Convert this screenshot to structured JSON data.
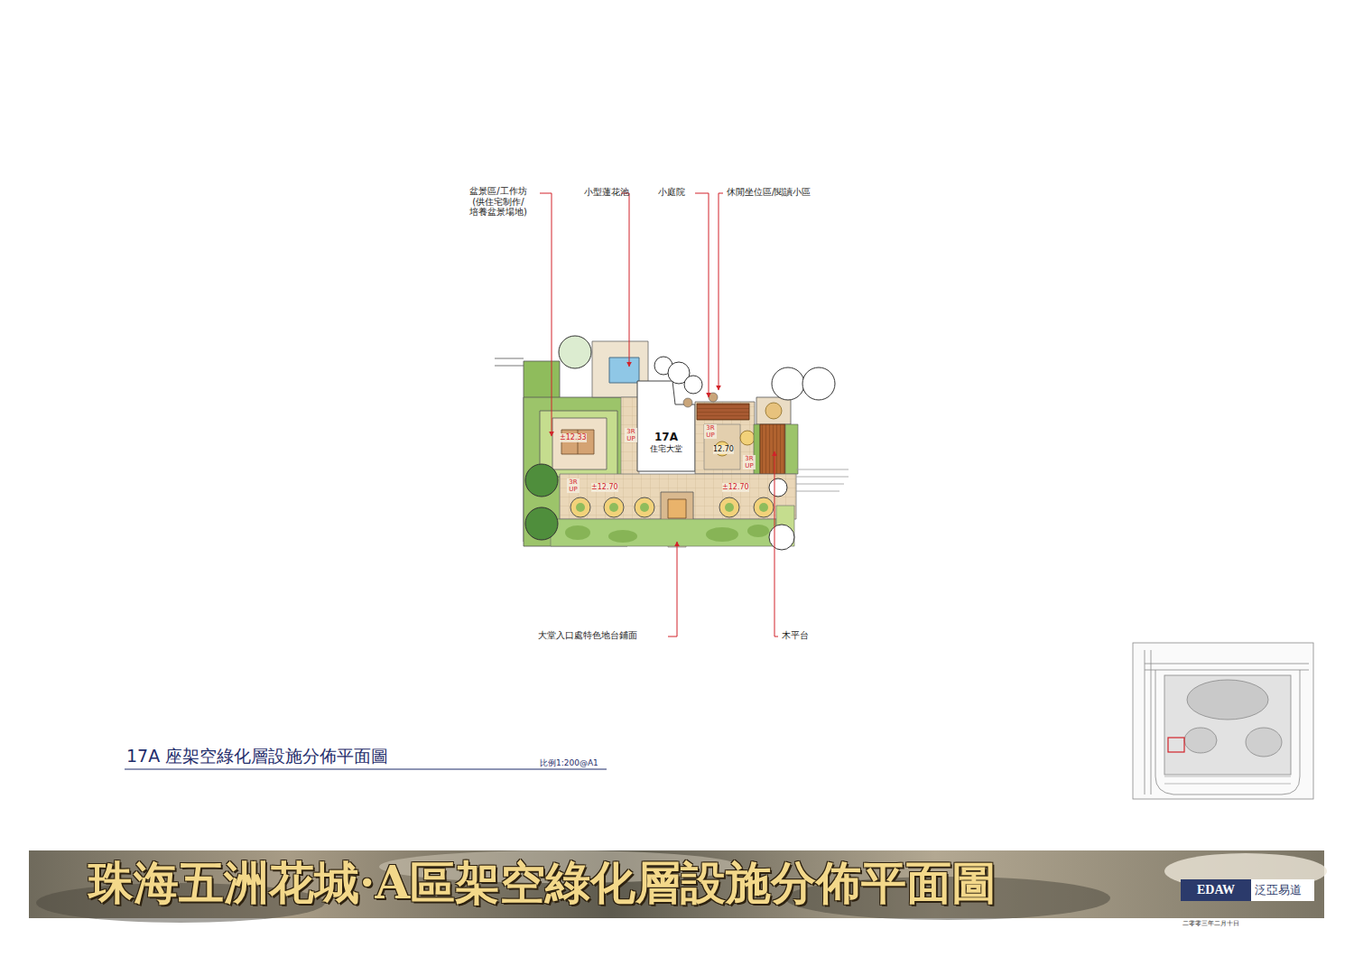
{
  "diagram": {
    "title": "珠海五洲花城·A區架空綠化層設施分佈平面圖",
    "caption": "17A 座架空綠化層設施分佈平面圖",
    "nodes": [
      {
        "text": [
          "17A",
          "住宅大堂"
        ]
      }
    ],
    "labels": [
      "盆景區/工作坊 (供住宅制作/ 培養盆景場地)",
      "小型蓮花池",
      "小庭院",
      "休閒坐位區/閱讀小區",
      "±12.33",
      "3R UP",
      "3R UP",
      "12.70",
      "3R UP",
      "3R UP",
      "±12.70",
      "±12.70",
      "大堂入口處特色地台鋪面",
      "木平台",
      "比例1:200@A1",
      "EDAW",
      "泛亞易道",
      "二零零三年二月十日"
    ]
  }
}
